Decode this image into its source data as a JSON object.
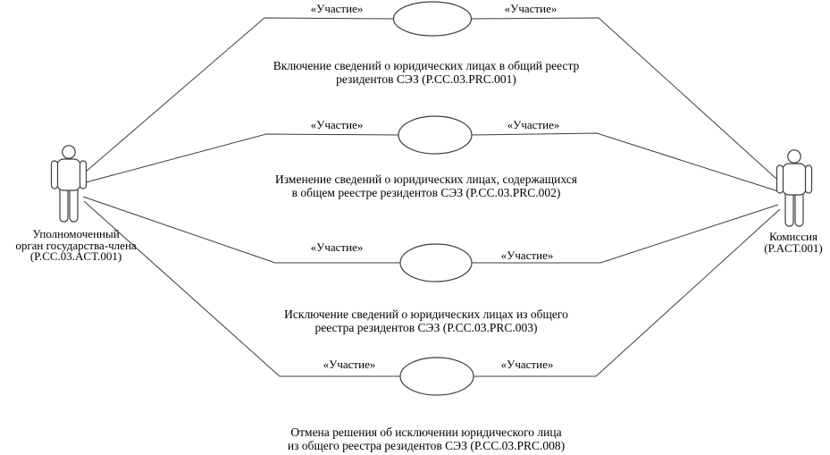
{
  "diagram": {
    "type": "uml-use-case-diagram",
    "stereotype": "«Участие»",
    "actors": {
      "left": {
        "lines": [
          "Уполномоченный",
          "орган государства-члена",
          "(P.CC.03.ACT.001)"
        ]
      },
      "right": {
        "lines": [
          "Комиссия",
          "(P.ACT.001)"
        ]
      }
    },
    "use_cases": [
      {
        "lines": [
          "Включение сведений о юридических лицах в общий реестр",
          "резидентов СЭЗ (P.CC.03.PRC.001)"
        ]
      },
      {
        "lines": [
          "Изменение сведений о юридических лицах, содержащихся",
          "в общем реестре резидентов СЭЗ (P.CC.03.PRC.002)"
        ]
      },
      {
        "lines": [
          "Исключение сведений о юридических лицах из общего",
          "реестра резидентов СЭЗ (P.CC.03.PRC.003)"
        ]
      },
      {
        "lines": [
          "Отмена решения об исключении юридического лица",
          "из общего реестра резидентов СЭЗ (P.CC.03.PRC.008)"
        ]
      }
    ],
    "colors": {
      "line": "#3d3d3d",
      "text": "#000000",
      "background": "#ffffff"
    }
  }
}
